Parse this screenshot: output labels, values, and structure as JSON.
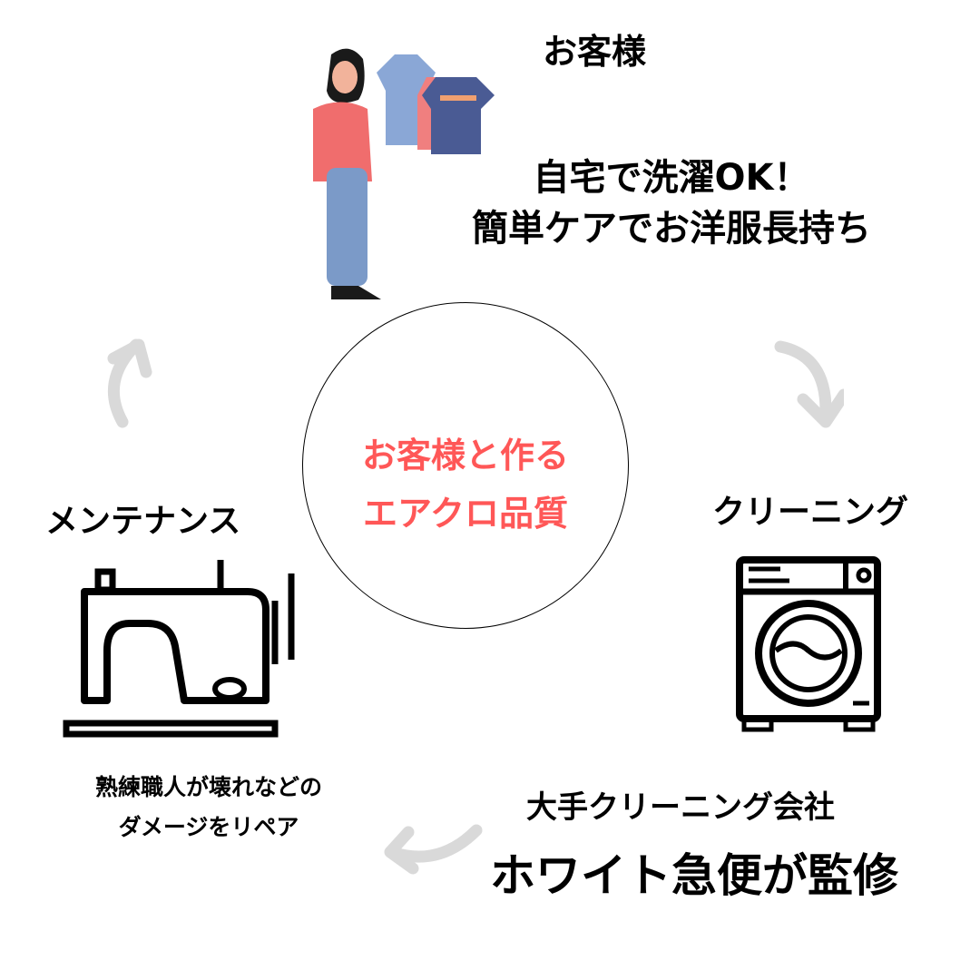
{
  "colors": {
    "accent": "#ff5757",
    "arrow": "#d9d9d9",
    "text": "#000000"
  },
  "customer": {
    "label": "お客様",
    "desc_line1": "自宅で洗濯OK！",
    "desc_line2": "簡単ケアでお洋服長持ち"
  },
  "center": {
    "line1": "お客様と作る",
    "line2": "エアクロ品質"
  },
  "cleaning": {
    "label": "クリーニング",
    "company_sub": "大手クリーニング会社",
    "company_main": "ホワイト急便が監修"
  },
  "maintenance": {
    "label": "メンテナンス",
    "desc_line1": "熟練職人が壊れなどの",
    "desc_line2": "ダメージをリペア"
  }
}
